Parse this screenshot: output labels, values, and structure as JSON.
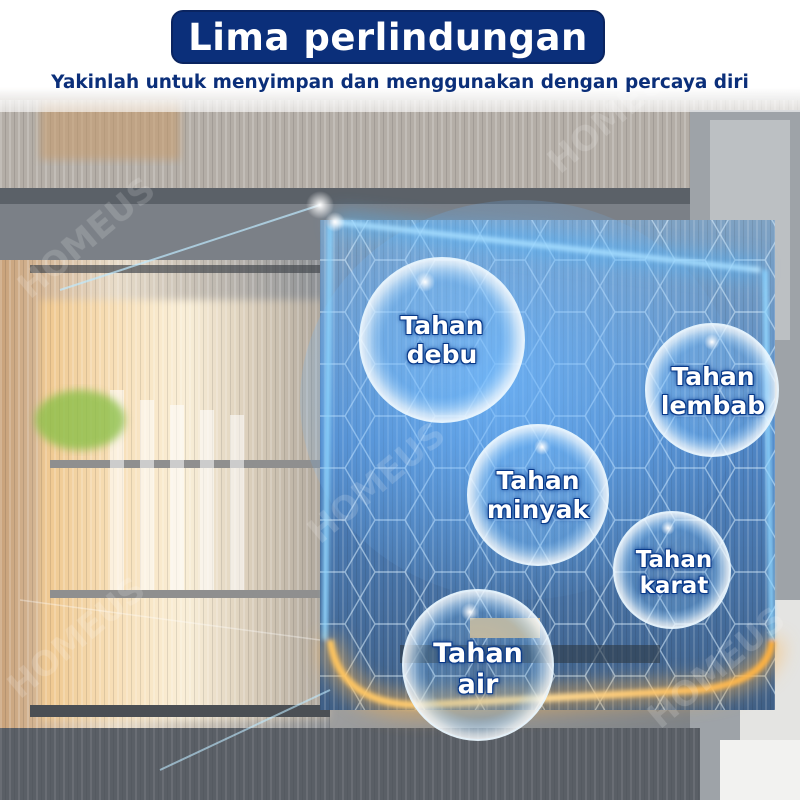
{
  "header": {
    "title": "Lima perlindungan",
    "subtitle": "Yakinlah untuk menyimpan dan menggunakan dengan percaya diri"
  },
  "features": [
    {
      "line1": "Tahan",
      "line2": "debu"
    },
    {
      "line1": "Tahan",
      "line2": "lembab"
    },
    {
      "line1": "Tahan",
      "line2": "minyak"
    },
    {
      "line1": "Tahan",
      "line2": "karat"
    },
    {
      "line1": "Tahan",
      "line2": "air"
    }
  ],
  "watermark": "HOMEUS",
  "colors": {
    "title_bg": "#0b2f7a",
    "subtitle": "#0b2f7a",
    "glow_blue": "#5ac8ff",
    "glow_orange": "#ffb347"
  }
}
